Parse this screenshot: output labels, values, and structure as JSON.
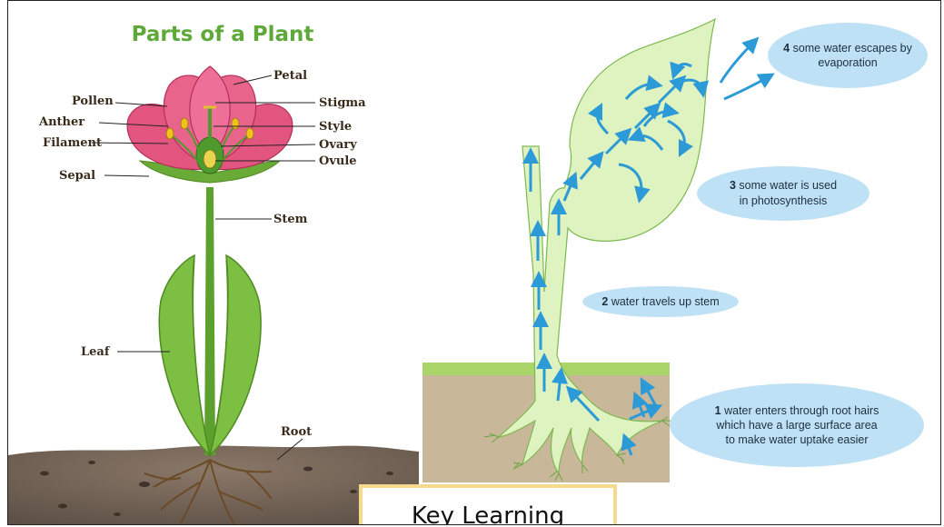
{
  "plant_diagram": {
    "title": "Parts of a Plant",
    "labels": {
      "petal": "Petal",
      "pollen": "Pollen",
      "stigma": "Stigma",
      "anther": "Anther",
      "style": "Style",
      "filament": "Filament",
      "ovary": "Ovary",
      "ovule": "Ovule",
      "sepal": "Sepal",
      "stem": "Stem",
      "leaf": "Leaf",
      "root": "Root"
    }
  },
  "water_diagram": {
    "steps": [
      {
        "num": "1",
        "lines": [
          "water enters through root hairs",
          "which have a large surface area",
          "to make water uptake easier"
        ]
      },
      {
        "num": "2",
        "lines": [
          "water travels up stem"
        ]
      },
      {
        "num": "3",
        "lines": [
          "some water is used",
          "in photosynthesis"
        ]
      },
      {
        "num": "4",
        "lines": [
          "some water escapes by",
          "evaporation"
        ]
      }
    ]
  },
  "key_learning": {
    "label": "Key Learning"
  },
  "colors": {
    "petal": "#e2557f",
    "leaf": "#6fb23a",
    "stem_light": "#dff3c0",
    "arrow": "#2b9ad6",
    "bubble": "#bfe1f5",
    "soil": "#c9b79a",
    "title_green": "#5fa83a"
  }
}
